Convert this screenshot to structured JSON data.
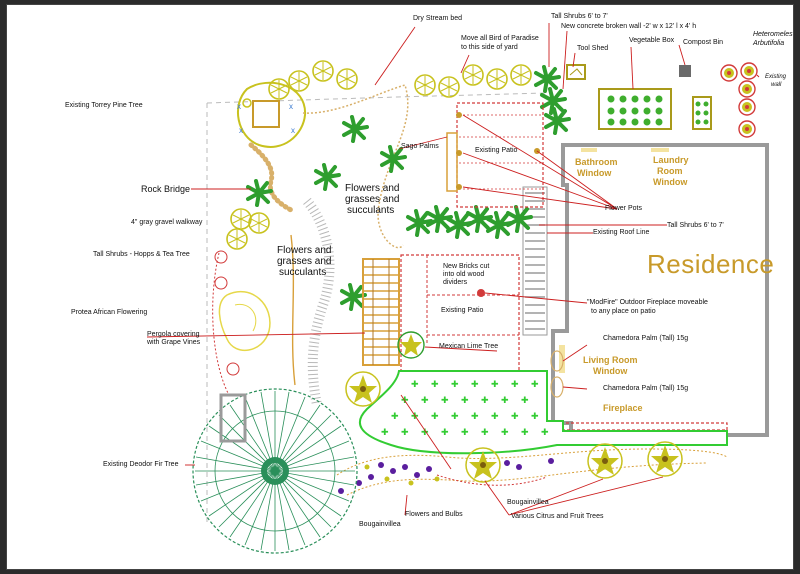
{
  "residence": "Residence",
  "rooms": {
    "bathroom": [
      "Bathroom",
      "Window"
    ],
    "laundry": [
      "Laundry",
      "Room",
      "Window"
    ],
    "living": [
      "Living Room",
      "Window"
    ],
    "fireplace": "Fireplace"
  },
  "zones": {
    "flowers_top": [
      "Flowers and",
      "grasses and",
      "succulants"
    ],
    "flowers_mid": [
      "Flowers and",
      "grasses and",
      "succulants"
    ]
  },
  "labels": {
    "dry_stream": "Dry Stream bed",
    "move_bop": [
      "Move all Bird of Paradise",
      "to this side of yard"
    ],
    "tall_shrubs_top": "Tall Shrubs 6' to 7'",
    "concrete_wall": "New concrete broken wall -2' w x 12' l x 4' h",
    "tool_shed": "Tool Shed",
    "vegetable_box": "Vegetable Box",
    "compost_bin": "Compost Bin",
    "heteromeles": [
      "Heteromeles",
      "Arbutifolia"
    ],
    "existing_wall": [
      "Existing",
      "wall"
    ],
    "torrey_pine": "Existing Torrey Pine Tree",
    "sago_palms": "Sago Palms",
    "existing_patio_top": "Existing Patio",
    "rock_bridge": "Rock Bridge",
    "gravel": "4\" gray gravel walkway",
    "flower_pots": "Flower Pots",
    "tall_shrubs_hopps": "Tall Shrubs - Hopps & Tea Tree",
    "tall_shrubs_mid": "Tall Shrubs 6' to 7'",
    "roof_line": "Existing Roof Line",
    "new_bricks": [
      "New Bricks cut",
      "into old wood",
      "dividers"
    ],
    "modfire": [
      "\"ModFire\" Outdoor Fireplace moveable",
      "to any place on patio"
    ],
    "protea": "Protea African Flowering",
    "existing_patio_mid": "Existing Patio",
    "pergola": [
      "Pergola covering",
      "with Grape Vines"
    ],
    "mexican_lime": "Mexican Lime Tree",
    "chamedora1": "Chamedora Palm (Tall) 15g",
    "chamedora2": "Chamedora Palm (Tall) 15g",
    "deodor": "Existing Deodor Fir Tree",
    "bougainvillea_right": "Bougainvillea",
    "flowers_bulbs": "Flowers and Bulbs",
    "bougainvillea_left": "Bougainvillea",
    "citrus": "Various Citrus and Fruit Trees"
  },
  "colors": {
    "plant_yellow": "#c8c21e",
    "leaf_green": "#2e9e2e",
    "lawn_green": "#33cc33",
    "brick_red": "#d23a3a",
    "wood_orange": "#d8a03a",
    "house_gray": "#9a9a9a",
    "room_gold": "#c89a2a",
    "leader_red": "#cc1f1f",
    "fir_green": "#2a8f5a",
    "flower_purple": "#5a1e9e"
  }
}
